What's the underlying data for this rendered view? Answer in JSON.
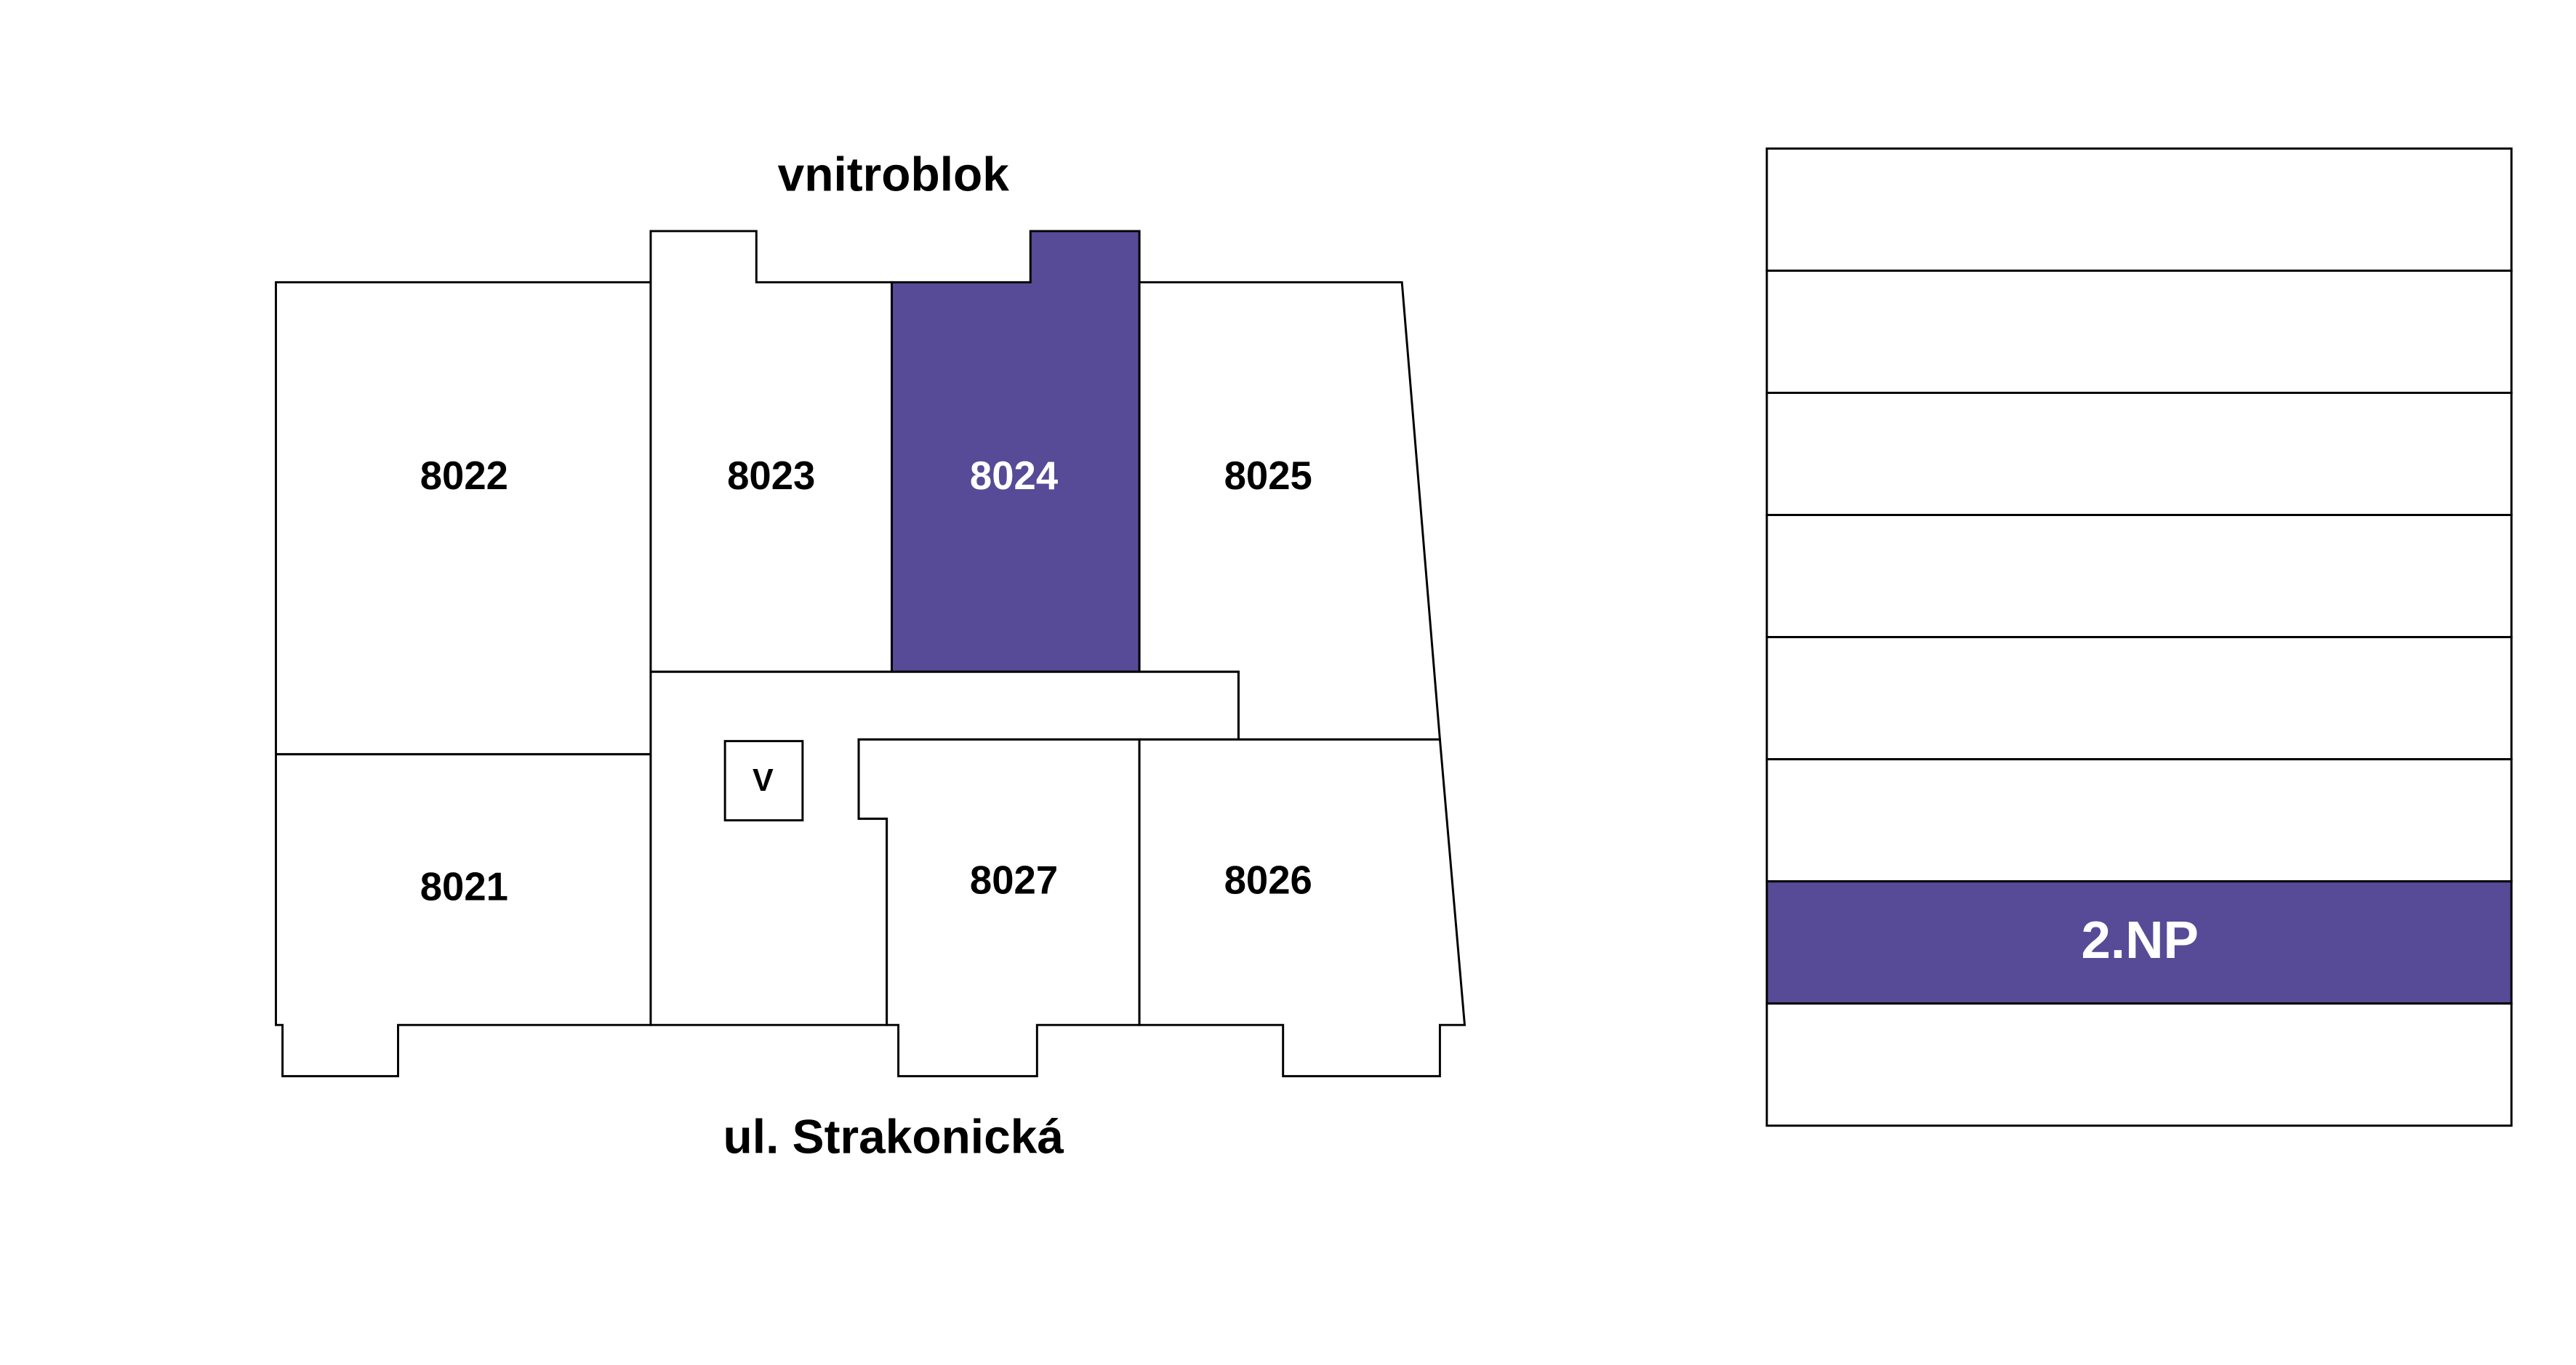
{
  "colors": {
    "accent": "#574a96",
    "outline": "#000000"
  },
  "plan": {
    "top_label": "vnitroblok",
    "bottom_label": "ul. Strakonická",
    "units": [
      {
        "id": "8022",
        "selected": false
      },
      {
        "id": "8021",
        "selected": false
      },
      {
        "id": "8023",
        "selected": false
      },
      {
        "id": "8024",
        "selected": true
      },
      {
        "id": "8025",
        "selected": false
      },
      {
        "id": "8027",
        "selected": false
      },
      {
        "id": "8026",
        "selected": false
      }
    ],
    "elevator_label": "V"
  },
  "floors": {
    "rows": [
      "",
      "",
      "",
      "",
      "",
      "",
      "2.NP",
      ""
    ],
    "selected_index": 6
  }
}
